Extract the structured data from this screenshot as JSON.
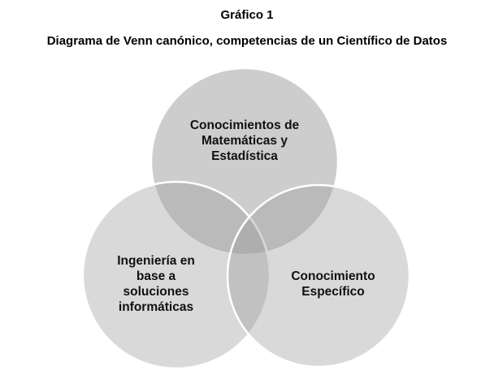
{
  "header": {
    "figure_number": "Gráfico 1",
    "title": "Diagrama de Venn canónico, competencias de un Científico de Datos"
  },
  "venn": {
    "sets": [
      {
        "lines": [
          "Conocimientos de",
          "Matemáticas y",
          "Estadística"
        ]
      },
      {
        "lines": [
          "Ingeniería en",
          "base a",
          "soluciones",
          "informáticas"
        ]
      },
      {
        "lines": [
          "Conocimiento",
          "Específico"
        ]
      }
    ],
    "colors": {
      "circle_fill": "#9c9c9c",
      "circle_stroke": "#ffffff"
    }
  }
}
